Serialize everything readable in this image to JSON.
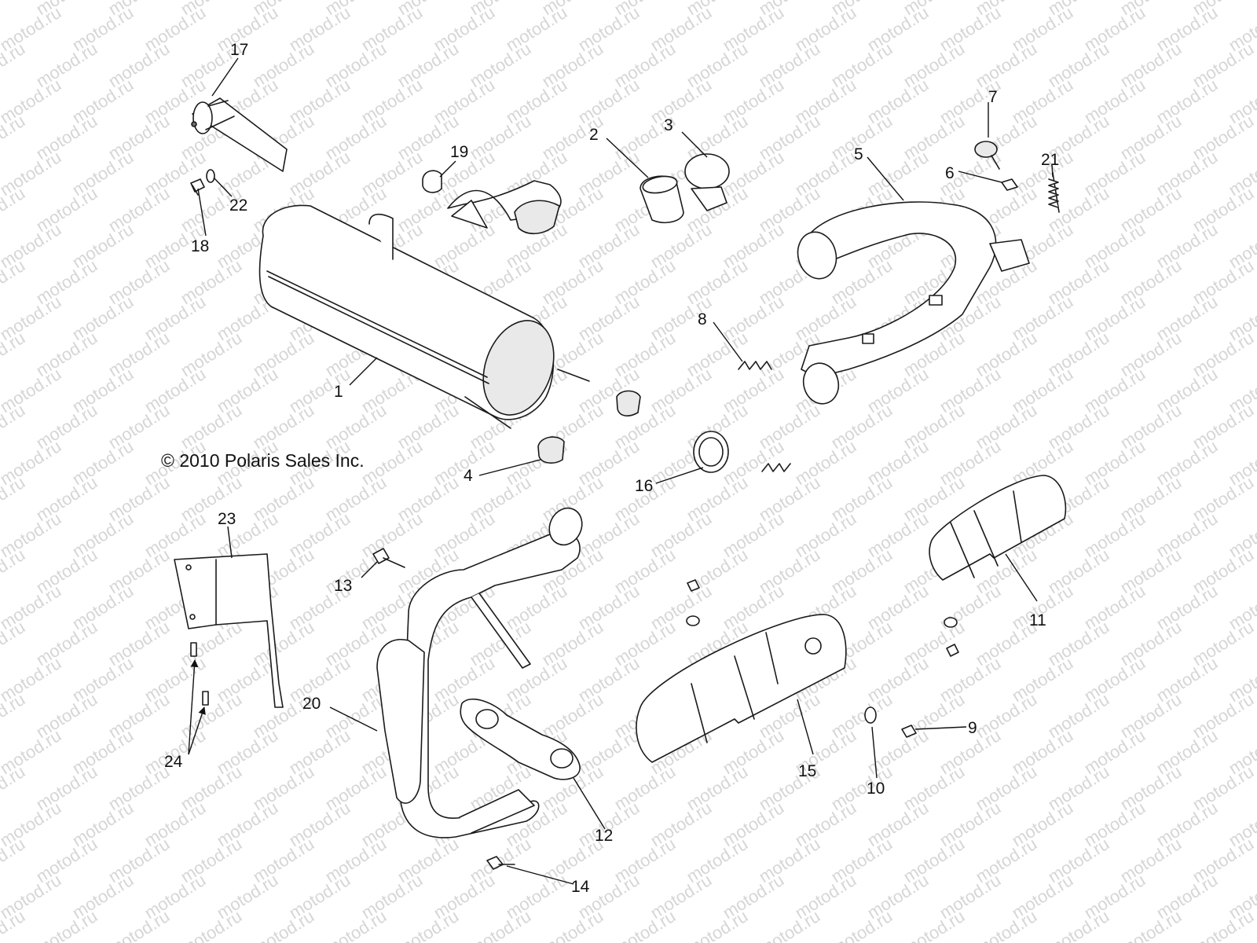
{
  "copyright": "© 2010 Polaris Sales Inc.",
  "watermark": "motod.ru",
  "colors": {
    "line": "#1a1a1a",
    "watermark": "#d6d6d6",
    "background": "#ffffff"
  },
  "callouts": {
    "c1": "1",
    "c2": "2",
    "c3": "3",
    "c4": "4",
    "c5": "5",
    "c6": "6",
    "c7": "7",
    "c8": "8",
    "c9": "9",
    "c10": "10",
    "c11": "11",
    "c12": "12",
    "c13": "13",
    "c14": "14",
    "c15": "15",
    "c16": "16",
    "c17": "17",
    "c18": "18",
    "c19": "19",
    "c20": "20",
    "c21": "21",
    "c22": "22",
    "c23": "23",
    "c24": "24"
  }
}
